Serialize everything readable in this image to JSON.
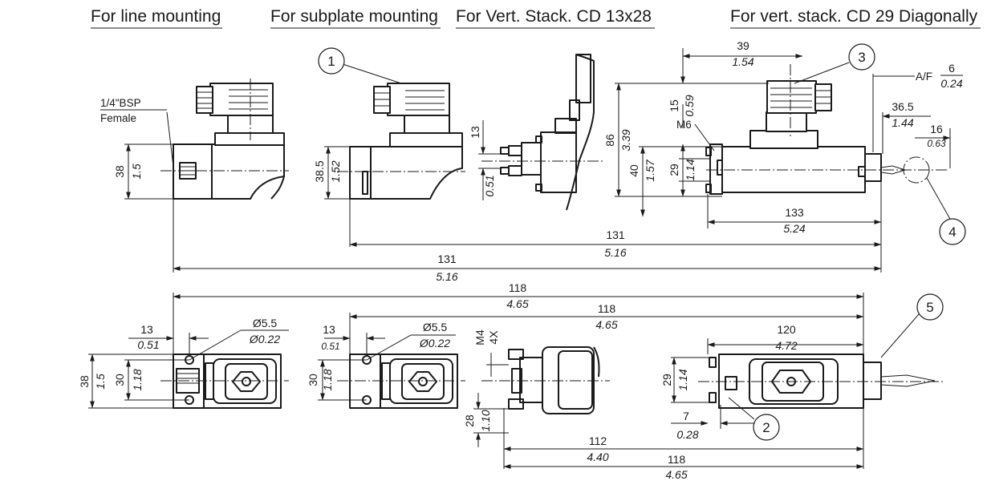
{
  "headers": {
    "line": "For line mounting",
    "subplate": "For subplate mounting",
    "vert13": "For Vert. Stack. CD 13x28",
    "vert29": "For vert. stack. CD 29 Diagonally"
  },
  "notes": {
    "bsp": "1/4\"BSP",
    "female": "Female",
    "m6": "M6",
    "af": "A/F",
    "m4": "M4",
    "four_x": "4X"
  },
  "balloons": [
    "1",
    "2",
    "3",
    "4",
    "5"
  ],
  "dims": {
    "h38": "38",
    "h38_in": "1.5",
    "h38_5": "38.5",
    "h38_5_in": "1.52",
    "v13": "13",
    "v13_in": "0.51",
    "h86": "86",
    "h86_in": "3.39",
    "h40": "40",
    "h40_in": "1.57",
    "h29": "29",
    "h29_in": "1.14",
    "t39": "39",
    "t39_in": "1.54",
    "t15": "15",
    "t15_in": "0.59",
    "af": "6",
    "af_in": "0.24",
    "w36_5": "36.5",
    "w36_5_in": "1.44",
    "w16": "16",
    "w16_in": "0.63",
    "w133": "133",
    "w133_in": "5.24",
    "w131a": "131",
    "w131a_in": "5.16",
    "w131b": "131",
    "w131b_in": "5.16",
    "w118a": "118",
    "w118a_in": "4.65",
    "w118b": "118",
    "w118b_in": "4.65",
    "w13a": "13",
    "w13a_in": "0.51",
    "hole_a": "Ø5.5",
    "hole_a_in": "Ø0.22",
    "w13b": "13",
    "w13b_in": "0.51",
    "hole_b": "Ø5.5",
    "hole_b_in": "Ø0.22",
    "w120": "120",
    "w120_in": "4.72",
    "pb38": "38",
    "pb38_in": "1.5",
    "pb30": "30",
    "pb30_in": "1.18",
    "pb30b": "30",
    "pb30b_in": "1.18",
    "pb28": "28",
    "pb28_in": "1.10",
    "pb29": "29",
    "pb29_in": "1.14",
    "pb7": "7",
    "pb7_in": "0.28",
    "w112": "112",
    "w112_in": "4.40",
    "w118c": "118",
    "w118c_in": "4.65"
  }
}
